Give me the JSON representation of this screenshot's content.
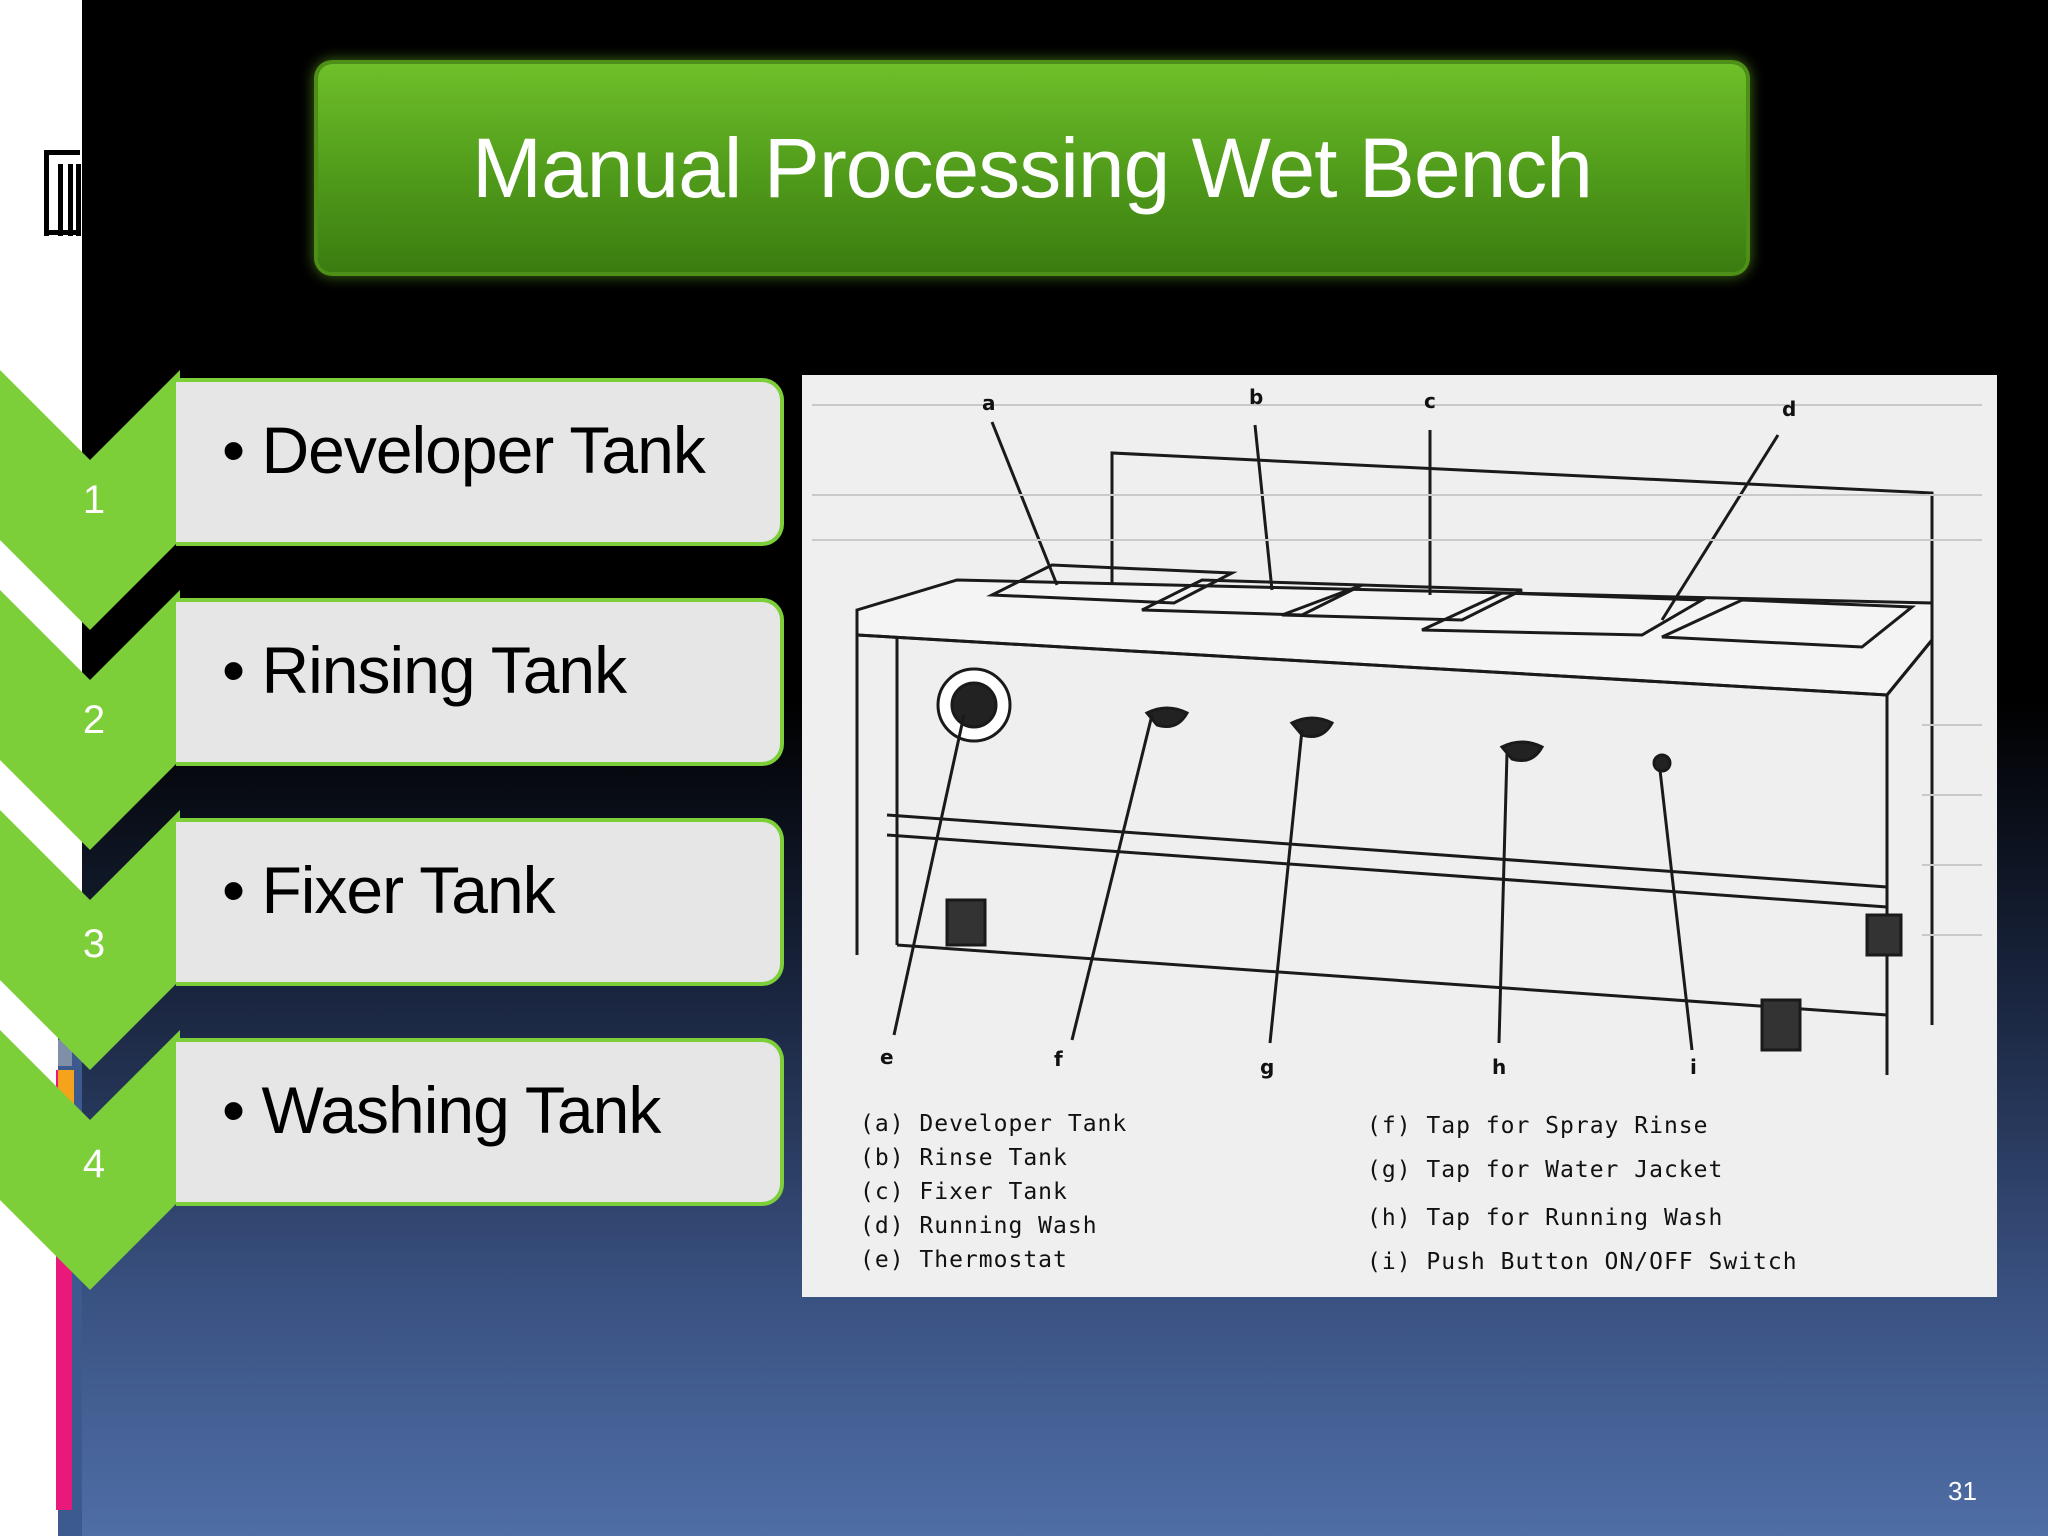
{
  "slide": {
    "title": "Manual Processing Wet Bench",
    "page_number": "31"
  },
  "list": [
    {
      "number": "1",
      "label": "• Developer Tank"
    },
    {
      "number": "2",
      "label": "• Rinsing Tank"
    },
    {
      "number": "3",
      "label": "• Fixer Tank"
    },
    {
      "number": "4",
      "label": "• Washing Tank"
    }
  ],
  "diagram": {
    "callouts": [
      "a",
      "b",
      "c",
      "d",
      "e",
      "f",
      "g",
      "h",
      "i"
    ],
    "legend_left": [
      "(a) Developer Tank",
      "(b) Rinse Tank",
      "(c) Fixer Tank",
      "(d) Running Wash",
      "(e) Thermostat"
    ],
    "legend_right": [
      "(f) Tap for Spray Rinse",
      "(g) Tap for Water Jacket",
      "(h) Tap for Running Wash",
      "(i) Push Button ON/OFF Switch"
    ]
  },
  "colors": {
    "banner_green": "#4f9a1a",
    "chevron_green": "#7dcf3a",
    "item_box_gray": "#e6e6e6",
    "accent_pink": "#e8197a",
    "accent_orange": "#f5a31a"
  }
}
